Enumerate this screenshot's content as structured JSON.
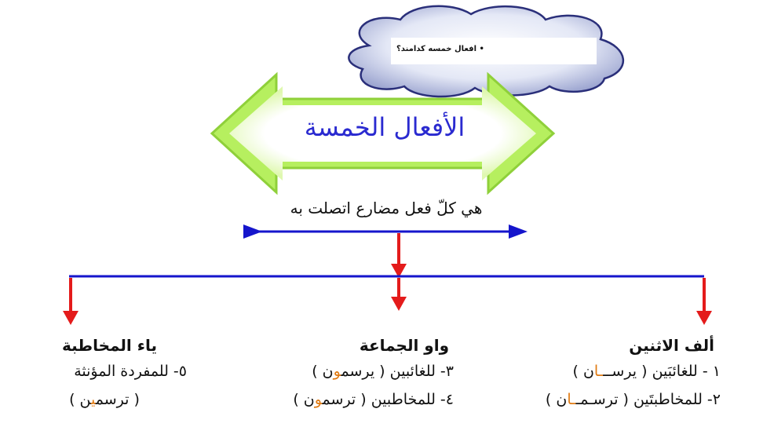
{
  "cloud": {
    "note": "• افعال خمسه كدامند؟"
  },
  "arrow": {
    "title": "الأفعال الخمسة"
  },
  "definition": "هي كلّ فعل مضارع اتصلت به",
  "branches": {
    "right": {
      "heading": "ألف الاثنين",
      "line1": {
        "pre": "١ -  للغائبَين ( يرســ",
        "hl": "ـا",
        "post": "ن )"
      },
      "line2": {
        "pre": "٢- للمخاطبتَين ( ترسـمـ",
        "hl": "ـا",
        "post": "ن )"
      }
    },
    "middle": {
      "heading": "واو الجماعة",
      "line1": {
        "pre": "٣- للغائبين ( يرسم",
        "hl": "و",
        "post": "ن )"
      },
      "line2": {
        "pre": "٤- للمخاطبين ( ترسم",
        "hl": "و",
        "post": "ن )"
      }
    },
    "left": {
      "heading": "ياء المخاطبة",
      "line1": "٥- للمفردة المؤنثة",
      "line2": {
        "pre": "( ترسم",
        "hl": "ي",
        "post": "ن )"
      }
    }
  },
  "colors": {
    "highlight": "#e07a12",
    "connector": "#1515cc",
    "pointer": "#e41b1b",
    "title": "#2a2ad0"
  }
}
